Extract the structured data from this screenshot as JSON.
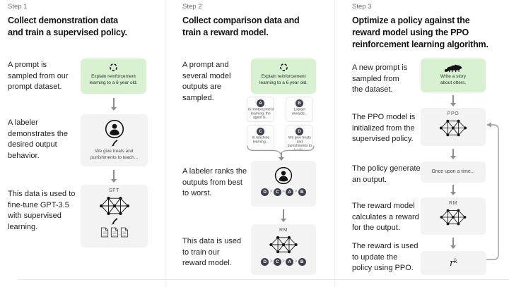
{
  "colors": {
    "prompt_green": "#d8f1d0",
    "box_gray": "#f3f3f4",
    "badge_dark": "#3d3f4a"
  },
  "icons": {
    "prompt_sampling": "refresh-icon",
    "labeler": "person-icon",
    "write": "pen-icon",
    "model": "network-icon",
    "documents": "documents-icon",
    "otter": "otter-icon",
    "flow": "down-arrow-icon",
    "group": "brace-icon",
    "feedback": "feedback-loop-arrow"
  },
  "step1": {
    "label": "Step 1",
    "heading": "Collect demonstration data\nand train a supervised policy.",
    "row1_text": "A prompt is\nsampled from our\nprompt dataset.",
    "prompt_text": "Explain reinforcement\nlearning to a 6 year old.",
    "row2_text": "A labeler\ndemonstrates the\ndesired output\nbehavior.",
    "labeler_text": "We give treats and\npunishments to teach...",
    "row3_text": "This data is used to\nfine-tune GPT-3.5\nwith supervised\nlearning.",
    "model_label": "SFT"
  },
  "step2": {
    "label": "Step 2",
    "heading": "Collect comparison data and\ntrain a reward model.",
    "row1_text": "A prompt and\nseveral model\noutputs are\nsampled.",
    "prompt_text": "Explain reinforcement\nlearning to a 6 year old.",
    "outputs": [
      {
        "letter": "A",
        "text": "In reinforcement\nlearning, the\nagent is..."
      },
      {
        "letter": "B",
        "text": "Explain rewards..."
      },
      {
        "letter": "C",
        "text": "In machine\nlearning..."
      },
      {
        "letter": "D",
        "text": "We give treats and\npunishments to\nteach..."
      }
    ],
    "row2_text": "A labeler ranks the\noutputs from best\nto worst.",
    "ranking": {
      "order": [
        "D",
        "C",
        "A",
        "B"
      ],
      "separator": ">"
    },
    "row3_text": "This data is used\nto train our\nreward model.",
    "model_label": "RM"
  },
  "step3": {
    "label": "Step 3",
    "heading": "Optimize a policy against the\nreward model using the PPO\nreinforcement learning algorithm.",
    "row1_text": "A new prompt is\nsampled from\nthe dataset.",
    "prompt_text": "Write a story\nabout otters.",
    "row2_text": "The PPO model is\ninitialized from the\nsupervised policy.",
    "ppo_label": "PPO",
    "row3_text": "The policy generates\nan output.",
    "output_text": "Once upon a time...",
    "row4_text": "The reward model\ncalculates a reward\nfor the output.",
    "rm_label": "RM",
    "row5_text": "The reward is used\nto update the\npolicy using PPO.",
    "reward_base": "r",
    "reward_sub": "k"
  }
}
